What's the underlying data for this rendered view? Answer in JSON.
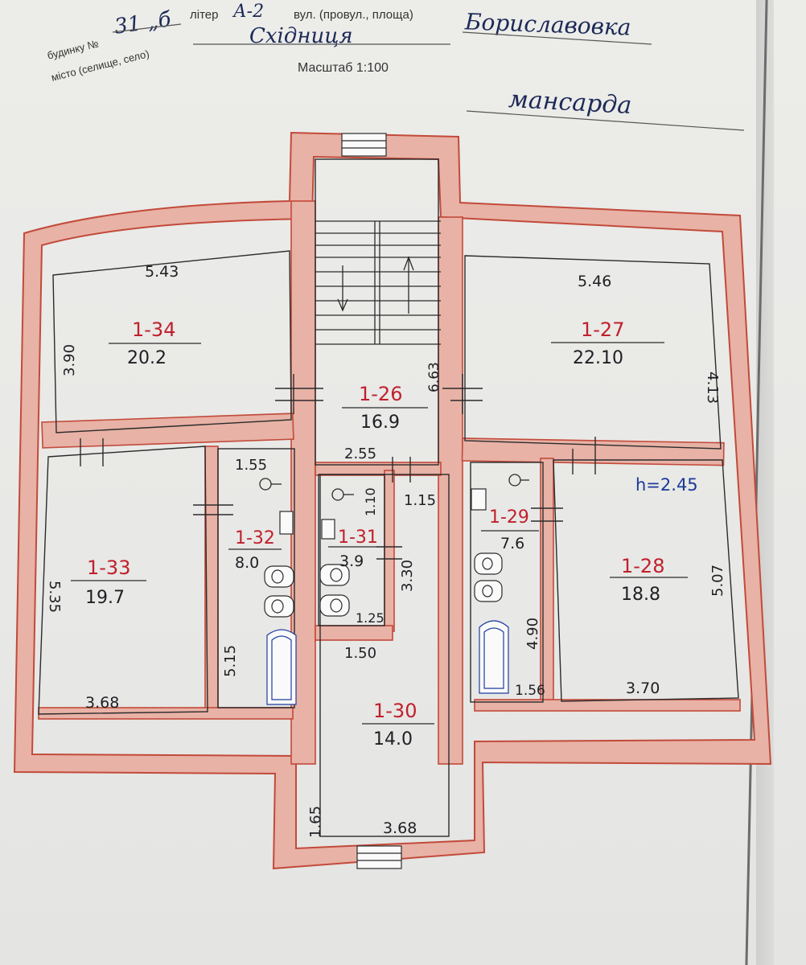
{
  "header": {
    "house_label": "будинку №",
    "house_number": "31 „б",
    "liter_label": "літер",
    "liter_value": "А-2",
    "street_label": "вул. (провул., площа)",
    "street_value": "Бориславовка",
    "city_label": "місто (селище, село)",
    "city_value": "Східниця",
    "scale_text": "Масштаб 1:100",
    "floor_name": "мансарда"
  },
  "colors": {
    "wall_fill": "#e8b2a6",
    "wall_stroke": "#c24a3a",
    "ink": "#1f1f24",
    "room_id": "#c0202c",
    "height_note": "#1b3a9a"
  },
  "rooms": [
    {
      "id": "1-34",
      "area": "20.2"
    },
    {
      "id": "1-27",
      "area": "22.10"
    },
    {
      "id": "1-26",
      "area": "16.9"
    },
    {
      "id": "1-33",
      "area": "19.7"
    },
    {
      "id": "1-32",
      "area": "8.0"
    },
    {
      "id": "1-31",
      "area": "3.9"
    },
    {
      "id": "1-29",
      "area": "7.6"
    },
    {
      "id": "1-28",
      "area": "18.8"
    },
    {
      "id": "1-30",
      "area": "14.0"
    }
  ],
  "dimensions": [
    "5.43",
    "3.90",
    "5.46",
    "4.13",
    "6.63",
    "2.55",
    "1.55",
    "1.10",
    "1.15",
    "3.30",
    "1.25",
    "1.50",
    "5.35",
    "5.15",
    "3.68",
    "4.90",
    "1.56",
    "5.07",
    "3.70",
    "1.65",
    "3.68"
  ],
  "height_note": "h=2.45"
}
